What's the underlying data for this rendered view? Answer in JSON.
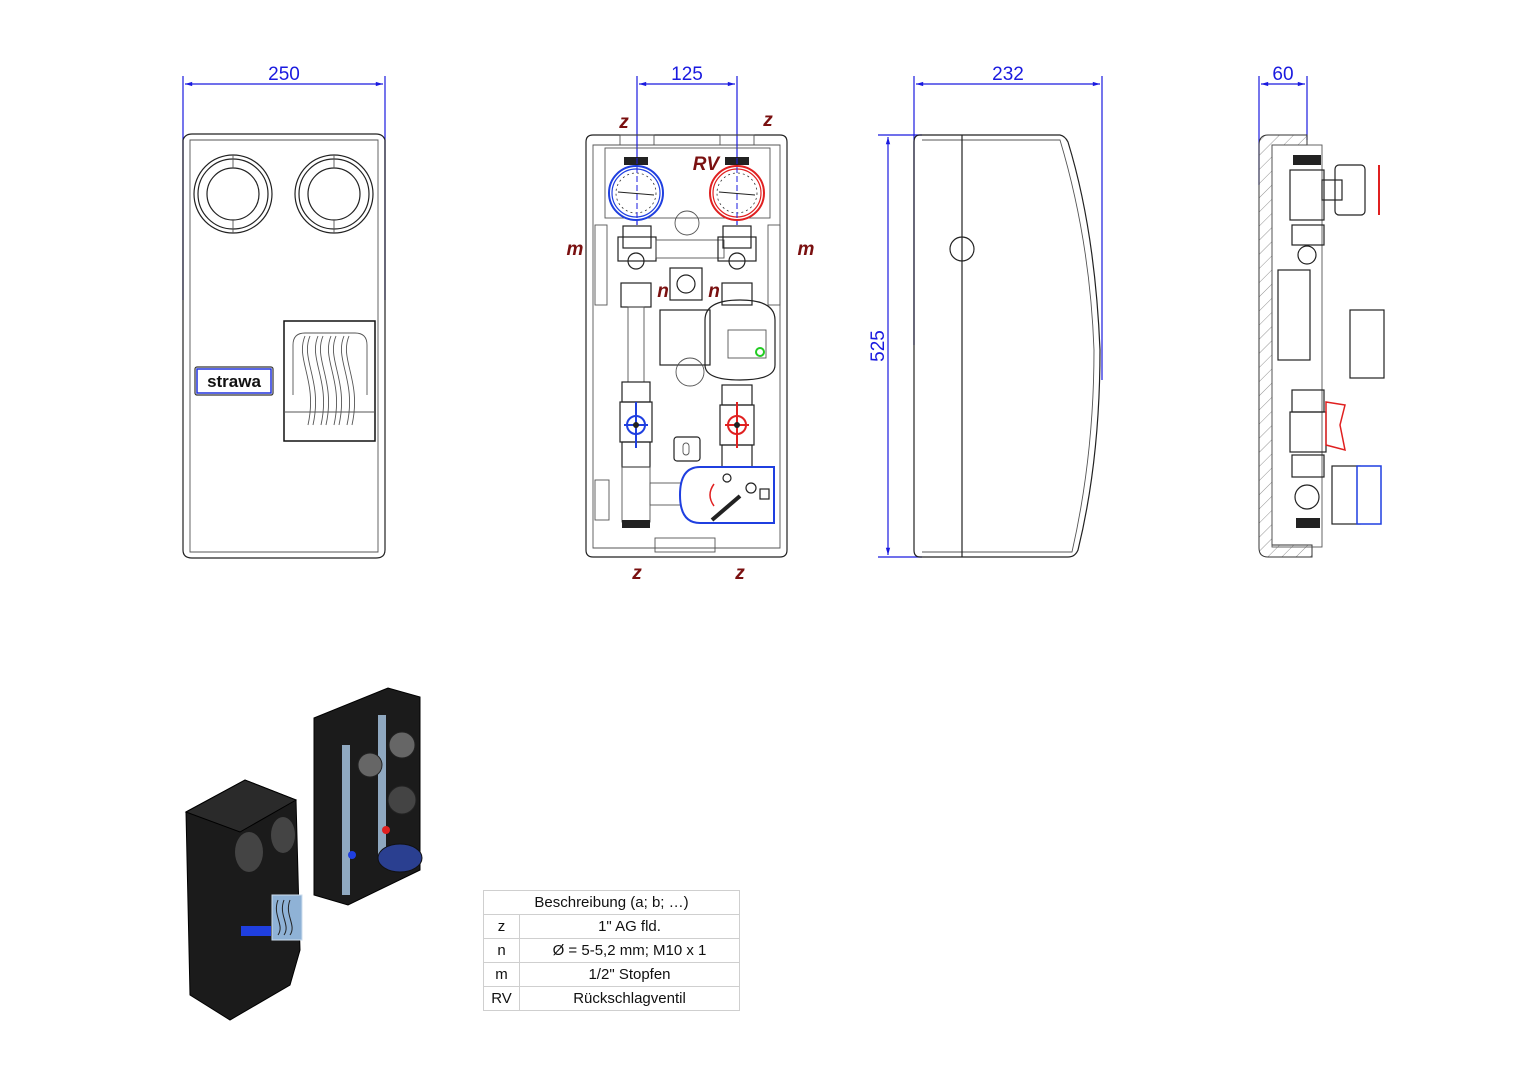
{
  "drawing": {
    "front_view": {
      "dimension_width": "250",
      "brand_label": "strawa"
    },
    "open_view": {
      "dimension_spacing": "125",
      "labels": {
        "z_top_left": "z",
        "z_top_right": "z",
        "rv": "RV",
        "m_left": "m",
        "m_right": "m",
        "n_left": "n",
        "n_right": "n",
        "z_bottom_left": "z",
        "z_bottom_right": "z"
      }
    },
    "side_view": {
      "dimension_depth": "232",
      "dimension_height": "525"
    },
    "section_view": {
      "dimension_depth": "60"
    },
    "colors": {
      "dimension": "#1a1adf",
      "label": "#7a1010",
      "cold": "#1f3fe0",
      "hot": "#e02020",
      "outline": "#222222"
    }
  },
  "legend": {
    "header": "Beschreibung (a; b; …)",
    "rows": [
      {
        "key": "z",
        "value": "1\" AG fld."
      },
      {
        "key": "n",
        "value": "Ø = 5-5,2 mm; M10 x 1"
      },
      {
        "key": "m",
        "value": "1/2\" Stopfen"
      },
      {
        "key": "RV",
        "value": "Rückschlagventil"
      }
    ]
  }
}
